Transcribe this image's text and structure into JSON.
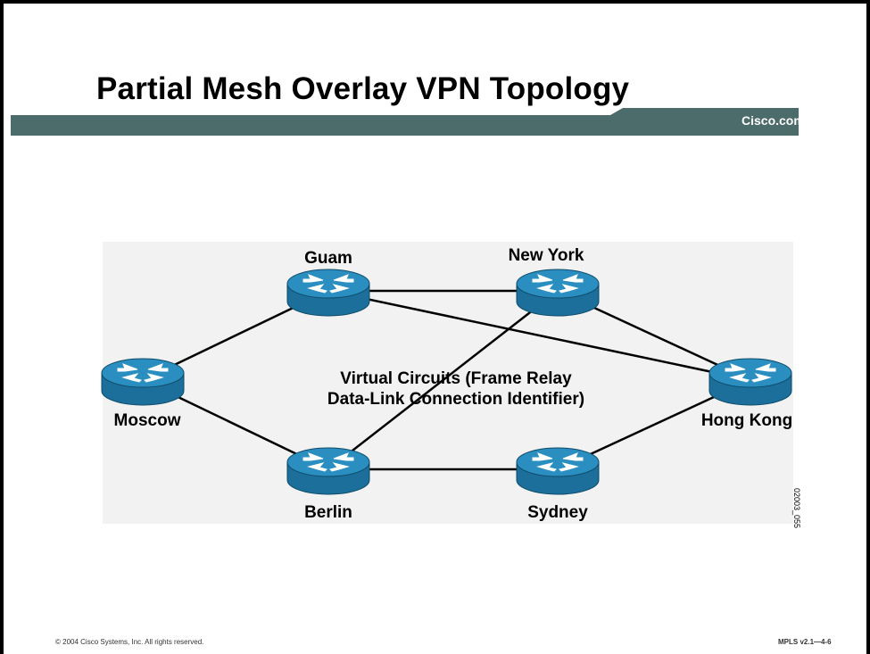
{
  "slide": {
    "title": "Partial Mesh Overlay VPN Topology",
    "brand": "Cisco.com",
    "colors": {
      "bar": "#4c6b6b",
      "router_top": "#2a8fc0",
      "router_side": "#1b6f9a"
    }
  },
  "diagram": {
    "nodes": [
      {
        "id": "guam",
        "label": "Guam",
        "icon": "router-icon"
      },
      {
        "id": "newyork",
        "label": "New York",
        "icon": "router-icon"
      },
      {
        "id": "moscow",
        "label": "Moscow",
        "icon": "router-icon"
      },
      {
        "id": "hongkong",
        "label": "Hong Kong",
        "icon": "router-icon"
      },
      {
        "id": "berlin",
        "label": "Berlin",
        "icon": "router-icon"
      },
      {
        "id": "sydney",
        "label": "Sydney",
        "icon": "router-icon"
      }
    ],
    "links": [
      [
        "moscow",
        "guam"
      ],
      [
        "moscow",
        "berlin"
      ],
      [
        "guam",
        "newyork"
      ],
      [
        "guam",
        "hongkong"
      ],
      [
        "newyork",
        "hongkong"
      ],
      [
        "newyork",
        "berlin"
      ],
      [
        "berlin",
        "sydney"
      ],
      [
        "sydney",
        "hongkong"
      ]
    ],
    "caption_line1": "Virtual Circuits (Frame Relay",
    "caption_line2": "Data-Link Connection Identifier)",
    "figure_code": "02003_055"
  },
  "footer": {
    "copyright": "© 2004 Cisco Systems, Inc. All rights reserved.",
    "course": "MPLS v2.1—4-6"
  }
}
